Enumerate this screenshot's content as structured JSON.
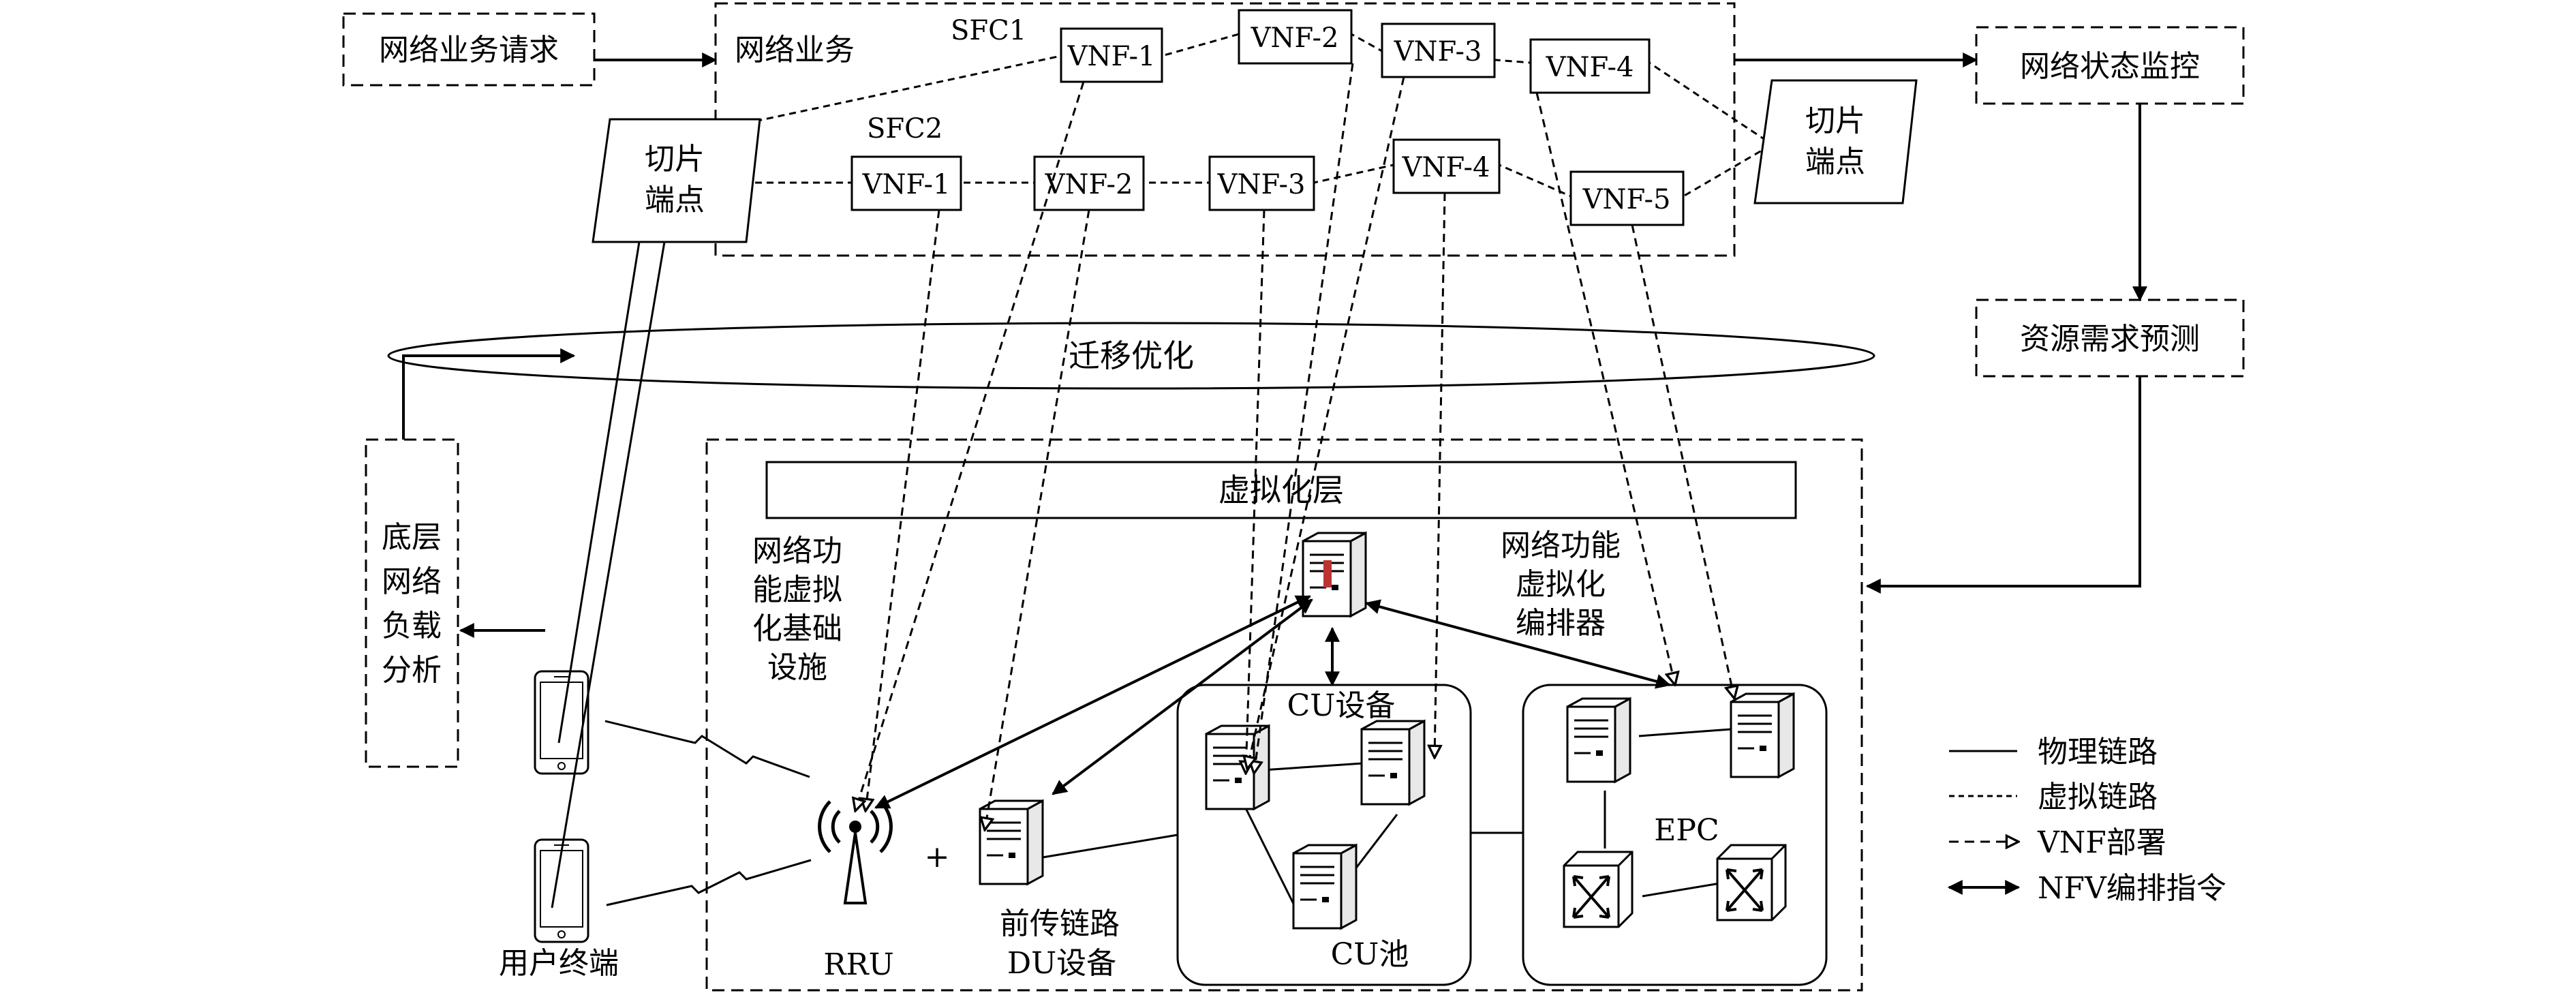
{
  "top": {
    "request": "网络业务请求",
    "service": "网络业务",
    "sfc1": "SFC1",
    "sfc2": "SFC2",
    "monitor": "网络状态监控",
    "predict": "资源需求预测"
  },
  "slice_endpoint": [
    "切片",
    "端点"
  ],
  "sfc1_vnfs": [
    "VNF-1",
    "VNF-2",
    "VNF-3",
    "VNF-4"
  ],
  "sfc2_vnfs": [
    "VNF-1",
    "VNF-2",
    "VNF-3",
    "VNF-4",
    "VNF-5"
  ],
  "migration": "迁移优化",
  "underlay": {
    "lines": [
      "底层",
      "网络",
      "负载",
      "分析"
    ]
  },
  "virtualization_layer": "虚拟化层",
  "nfvi": {
    "lines": [
      "网络功",
      "能虚拟",
      "化基础",
      "设施"
    ]
  },
  "orchestrator": {
    "lines": [
      "网络功能",
      "虚拟化",
      "编排器"
    ]
  },
  "bottom": {
    "cu_device": "CU设备",
    "cu_pool": "CU池",
    "epc": "EPC",
    "rru": "RRU",
    "plus": "+",
    "fronthaul": "前传链路",
    "du": "DU设备",
    "user": "用户终端"
  },
  "legend": {
    "physical": "物理链路",
    "virtual": "虚拟链路",
    "deploy": "VNF部署",
    "command": "NFV编排指令"
  }
}
